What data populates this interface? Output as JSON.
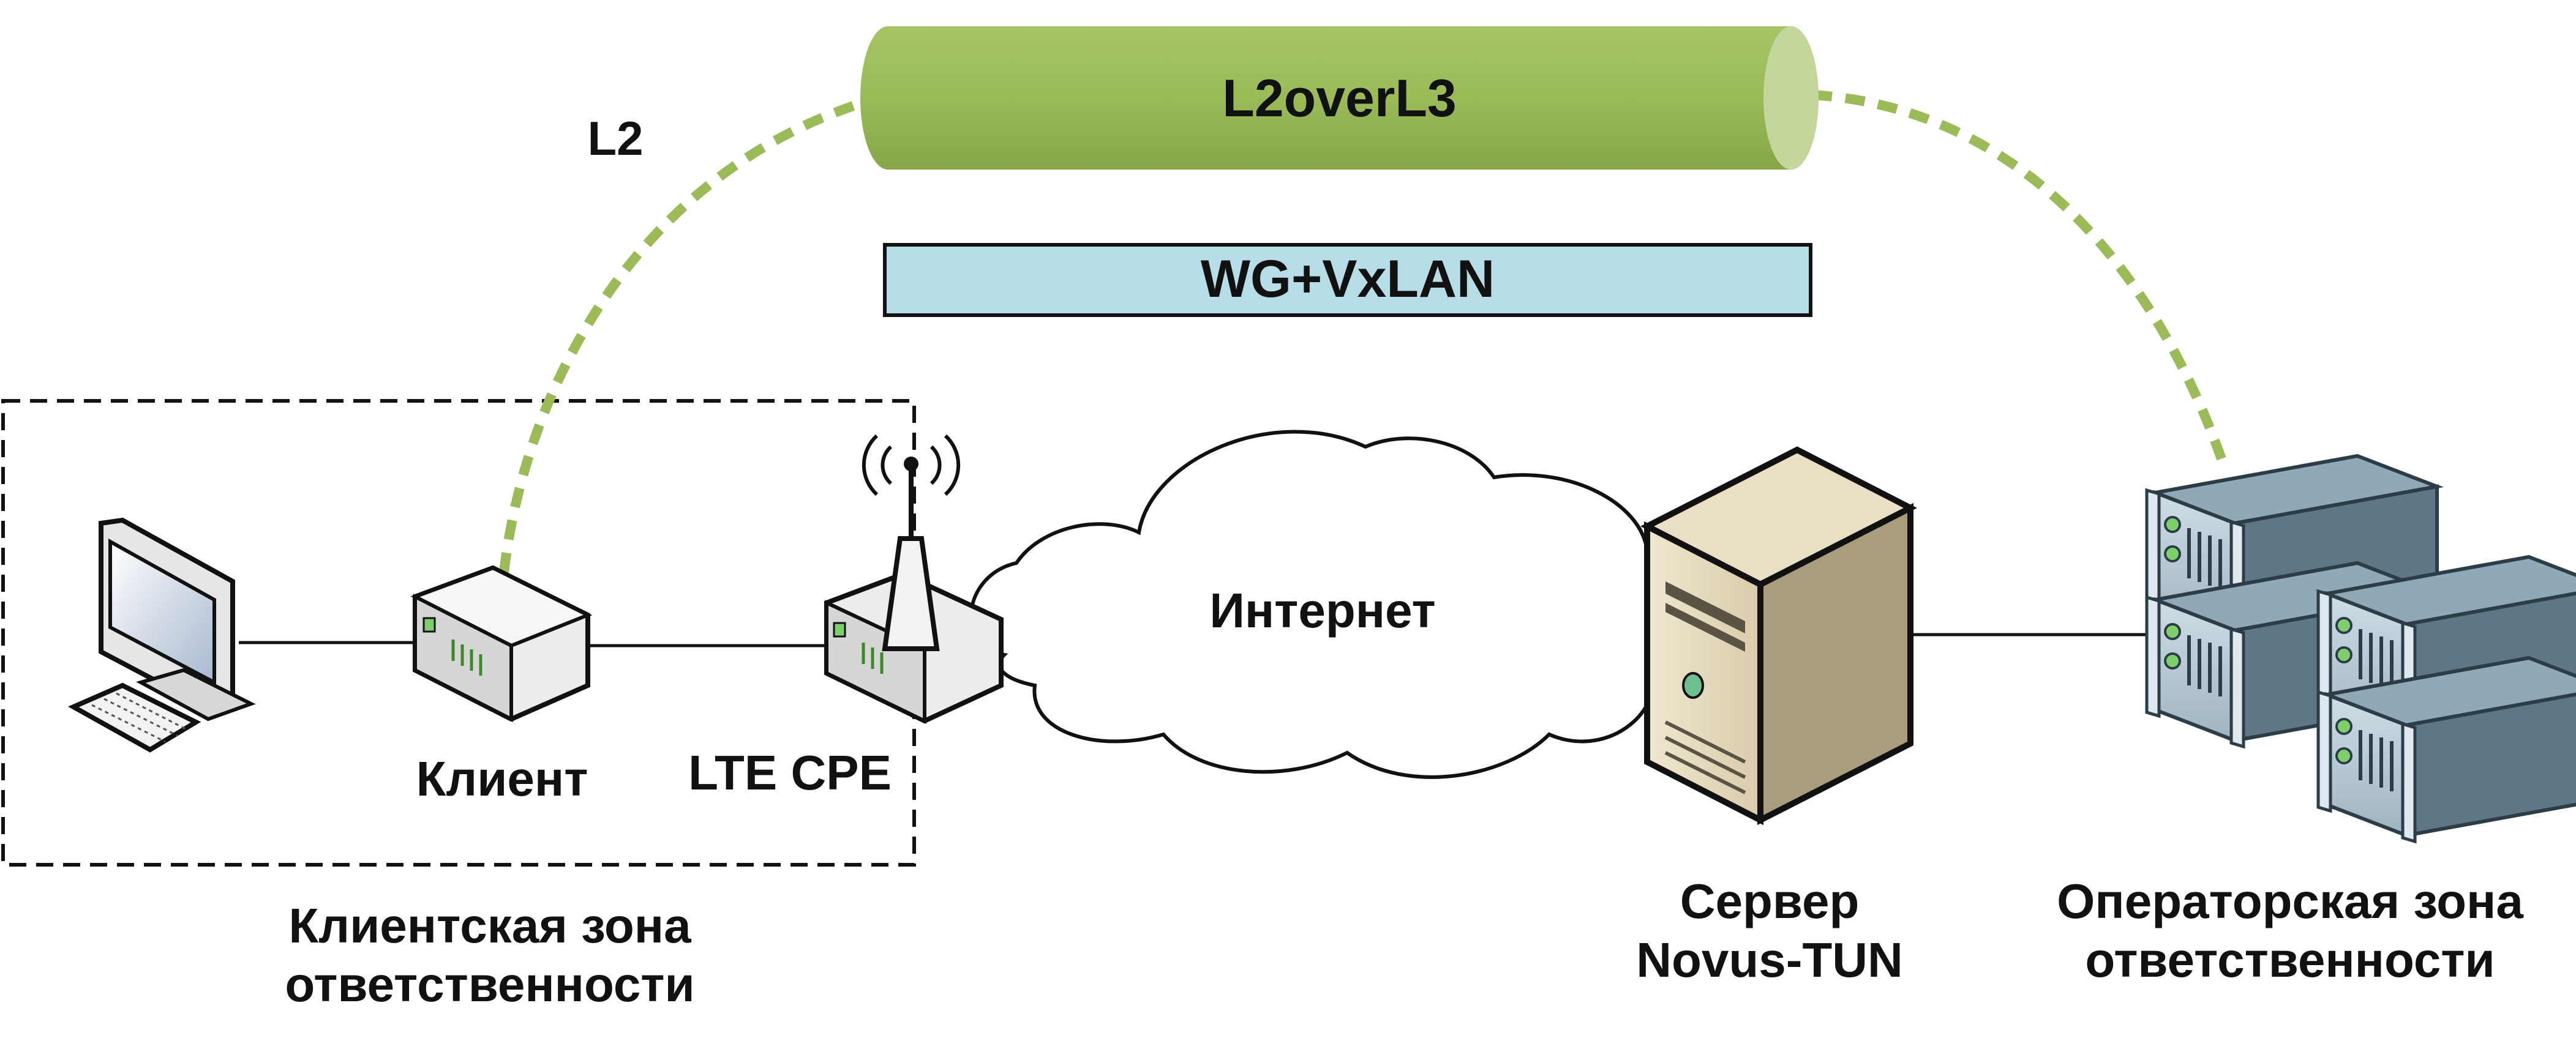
{
  "tunnel": {
    "label": "L2overL3",
    "color": "#9bbb59"
  },
  "transport_bar": {
    "label": "WG+VxLAN",
    "color": "#b7dde8"
  },
  "l2_label": "L2",
  "internet_label": "Интернет",
  "client_router_label": "Клиент",
  "lte_cpe_label": "LTE CPE",
  "client_zone": {
    "line1": "Клиентская зона",
    "line2": "ответственности"
  },
  "server": {
    "line1": "Сервер",
    "line2": "Novus-TUN"
  },
  "operator_zone": {
    "line1": "Операторская зона",
    "line2": "ответственности"
  },
  "icons": [
    "desktop-computer-icon",
    "router-icon",
    "lte-cpe-icon",
    "cloud-icon",
    "tower-server-icon",
    "server-rack-icon"
  ]
}
